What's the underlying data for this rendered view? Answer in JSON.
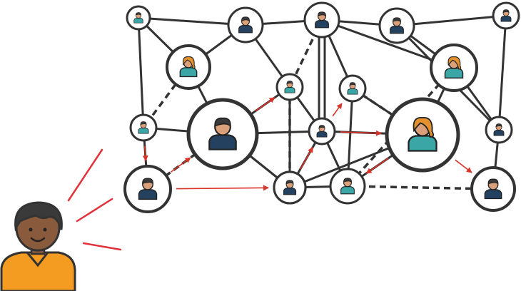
{
  "colors": {
    "background": "#ffffff",
    "node_stroke": "#333333",
    "edge": "#333333",
    "arrow": "#d9342b",
    "skin_light": "#d9a07a",
    "skin_dark": "#8a5a3c",
    "hair_dark": "#3a3a3a",
    "hair_orange": "#e2912e",
    "shirt_navy": "#24425f",
    "shirt_teal": "#3aa6a6",
    "speaker_shirt": "#f49b22",
    "speaker_hair": "#333333",
    "broadcast_lines": "#e0323a"
  },
  "icons": {
    "person": "person-icon",
    "woman": "woman-icon",
    "speaker": "speaker-person-icon"
  },
  "network": {
    "nodes": [
      {
        "id": "n1",
        "icon": "person",
        "shirt": "teal",
        "hair": "dark"
      },
      {
        "id": "n2",
        "icon": "person",
        "shirt": "navy",
        "hair": "dark"
      },
      {
        "id": "n3",
        "icon": "person",
        "shirt": "navy",
        "hair": "dark"
      },
      {
        "id": "n4",
        "icon": "person",
        "shirt": "navy",
        "hair": "dark"
      },
      {
        "id": "n5",
        "icon": "person",
        "shirt": "navy",
        "hair": "dark"
      },
      {
        "id": "n6",
        "icon": "woman",
        "shirt": "teal",
        "hair": "orange"
      },
      {
        "id": "n7",
        "icon": "person",
        "shirt": "teal",
        "hair": "dark"
      },
      {
        "id": "n8",
        "icon": "person",
        "shirt": "navy",
        "hair": "dark"
      },
      {
        "id": "n9",
        "icon": "person",
        "shirt": "teal",
        "hair": "dark"
      },
      {
        "id": "n10",
        "icon": "person",
        "shirt": "teal",
        "hair": "dark"
      },
      {
        "id": "n11",
        "icon": "person",
        "shirt": "navy",
        "hair": "dark"
      },
      {
        "id": "n12",
        "icon": "person",
        "shirt": "navy",
        "hair": "dark"
      },
      {
        "id": "n13",
        "icon": "woman",
        "shirt": "teal",
        "hair": "orange"
      },
      {
        "id": "n14",
        "icon": "person",
        "shirt": "navy",
        "hair": "dark"
      },
      {
        "id": "n15",
        "icon": "person",
        "shirt": "teal",
        "hair": "dark"
      },
      {
        "id": "n16",
        "icon": "person",
        "shirt": "navy",
        "hair": "dark"
      },
      {
        "id": "n17",
        "icon": "woman",
        "shirt": "teal",
        "hair": "orange"
      },
      {
        "id": "n18",
        "icon": "person",
        "shirt": "navy",
        "hair": "dark"
      },
      {
        "id": "n19",
        "icon": "person",
        "shirt": "navy",
        "hair": "dark"
      }
    ],
    "edges": [
      [
        "n1",
        "n2"
      ],
      [
        "n2",
        "n3"
      ],
      [
        "n3",
        "n4"
      ],
      [
        "n4",
        "n5"
      ],
      [
        "n1",
        "n6"
      ],
      [
        "n1",
        "n7"
      ],
      [
        "n2",
        "n6"
      ],
      [
        "n2",
        "n9"
      ],
      [
        "n6",
        "n12"
      ],
      [
        "n7",
        "n8"
      ],
      [
        "n7",
        "n12"
      ],
      [
        "n12",
        "n14"
      ],
      [
        "n12",
        "n11"
      ],
      [
        "n12",
        "n16"
      ],
      [
        "n9",
        "n14"
      ],
      [
        "n9",
        "n16"
      ],
      [
        "n14",
        "n16"
      ],
      [
        "n14",
        "n15"
      ],
      [
        "n14",
        "n17"
      ],
      [
        "n17",
        "n15"
      ],
      [
        "n17",
        "n10"
      ],
      [
        "n17",
        "n13"
      ],
      [
        "n13",
        "n18"
      ],
      [
        "n3",
        "n10"
      ],
      [
        "n3",
        "n13"
      ],
      [
        "n4",
        "n13"
      ],
      [
        "n4",
        "n18"
      ],
      [
        "n5",
        "n18"
      ],
      [
        "n10",
        "n15"
      ],
      [
        "n18",
        "n19"
      ],
      [
        "n15",
        "n11"
      ],
      [
        "n16",
        "n17"
      ],
      [
        "n12",
        "n9"
      ]
    ],
    "dashed_edges": [
      [
        "n6",
        "n7"
      ],
      [
        "n9",
        "n16"
      ],
      [
        "n3",
        "n9"
      ],
      [
        "n10",
        "n17"
      ],
      [
        "n13",
        "n15"
      ],
      [
        "n15",
        "n19"
      ],
      [
        "n8",
        "n12"
      ]
    ],
    "double_edges": [
      [
        "n3",
        "n14"
      ]
    ],
    "arrows": [
      [
        "n7",
        "n8"
      ],
      [
        "n8",
        "n12"
      ],
      [
        "n8",
        "n16"
      ],
      [
        "n12",
        "n9"
      ],
      [
        "n16",
        "n14"
      ],
      [
        "n14",
        "n10"
      ],
      [
        "n14",
        "n17"
      ],
      [
        "n17",
        "n15"
      ],
      [
        "n17",
        "n19"
      ]
    ]
  }
}
